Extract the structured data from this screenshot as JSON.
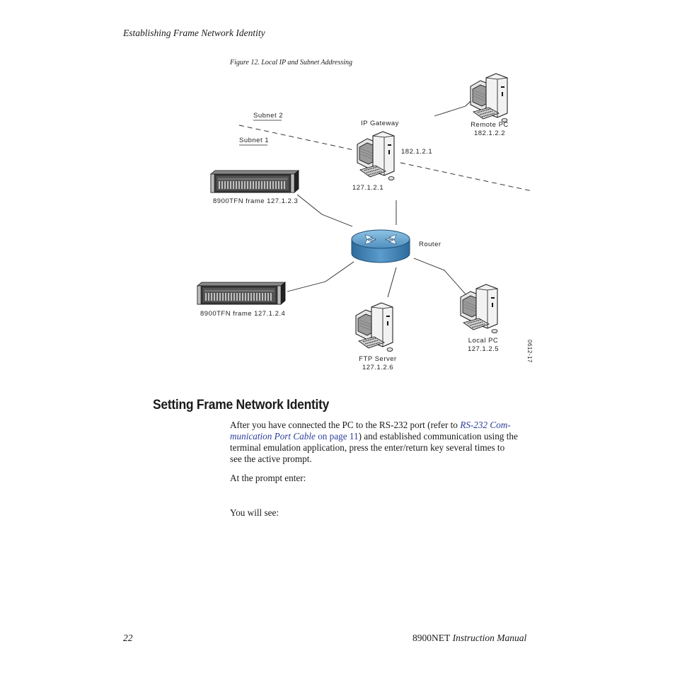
{
  "header": {
    "running_title": "Establishing Frame Network Identity"
  },
  "figure": {
    "caption": "Figure 12.  Local IP and Subnet Addressing",
    "labels": {
      "subnet2": "Subnet 2",
      "subnet1": "Subnet 1",
      "ip_gateway": "IP Gateway",
      "gateway_ip_top": "182.1.2.1",
      "gateway_ip_bottom": "127.1.2.1",
      "remote_pc_name": "Remote PC",
      "remote_pc_ip": "182.1.2.2",
      "frame1": "8900TFN frame 127.1.2.3",
      "frame2": "8900TFN frame 127.1.2.4",
      "router": "Router",
      "ftp_name": "FTP Server",
      "ftp_ip": "127.1.2.6",
      "local_pc_name": "Local PC",
      "local_pc_ip": "127.1.2.5",
      "fig_id": "0612-17"
    }
  },
  "section": {
    "title": "Setting Frame Network Identity",
    "para1_before": "After you have connected the PC to the RS-232 port (refer to ",
    "para1_link": "RS-232 Communication Port Cable",
    "para1_link_part1": "RS-232 Com-",
    "para1_link_part2": "munication Port Cable",
    "para1_page_link": " on page 11",
    "para1_after_line2": ") and established communication using the",
    "para1_line3": "terminal emulation application, press the enter/return key several times to",
    "para1_line4": "see the active prompt.",
    "para2": "At the prompt enter:",
    "para3": "You will see:"
  },
  "footer": {
    "page_number": "22",
    "manual_name": "8900NET",
    "manual_suffix": "  Instruction Manual"
  }
}
